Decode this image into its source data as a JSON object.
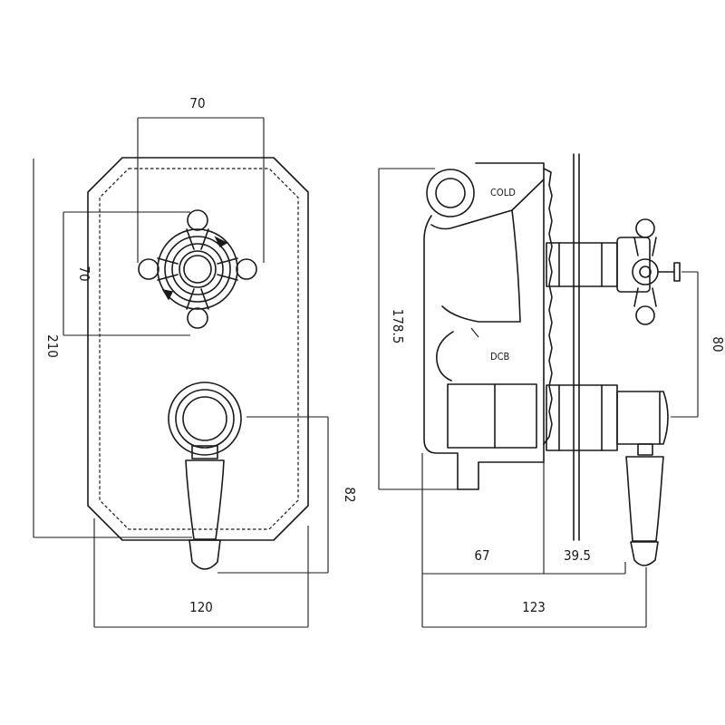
{
  "dimensions": {
    "front_top_width": "70",
    "front_handle_height": "70",
    "front_total_height": "210",
    "front_lever_height": "82",
    "front_total_width": "120",
    "side_height": "178.5",
    "side_handle_spacing": "80",
    "side_body_depth": "67",
    "side_handle_projection": "39.5",
    "side_total_depth": "123"
  },
  "labels": {
    "cold": "COLD",
    "dcb": "DCB"
  }
}
